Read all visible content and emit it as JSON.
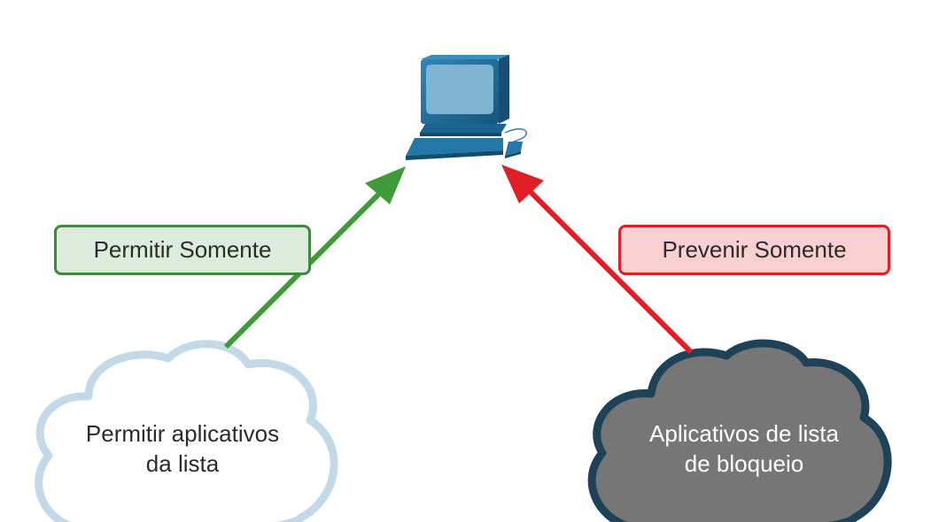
{
  "diagram": {
    "allow_label": "Permitir Somente",
    "prevent_label": "Prevenir Somente",
    "allow_cloud_line1": "Permitir aplicativos",
    "allow_cloud_line2": "da lista",
    "block_cloud_line1": "Aplicativos de lista",
    "block_cloud_line2": "de bloqueio"
  },
  "colors": {
    "allow_arrow": "#3f9a3a",
    "allow_box_fill": "#dcebdb",
    "allow_box_border": "#3d8a3a",
    "prevent_arrow": "#e11d25",
    "prevent_box_fill": "#f8d0d2",
    "prevent_box_border": "#e11d25",
    "allow_cloud_fill": "#ffffff",
    "allow_cloud_border": "#c3d9e8",
    "block_cloud_fill": "#767676",
    "block_cloud_border": "#1e4257",
    "computer_blue": "#1f6f9c",
    "computer_screen": "#7fb4d3"
  },
  "icons": {
    "computer": "desktop-computer-icon"
  }
}
